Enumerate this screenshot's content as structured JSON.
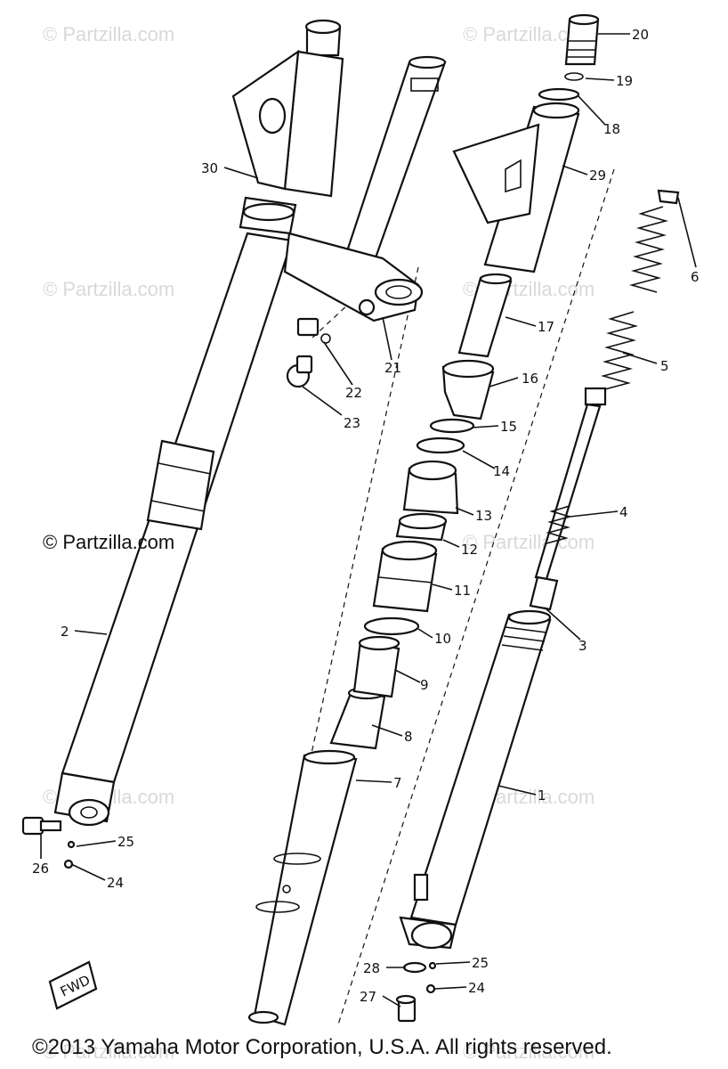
{
  "watermarks": [
    "© Partzilla.com",
    "© Partzilla.com",
    "© Partzilla.com",
    "© Partzilla.com",
    "© Partzilla.com",
    "© Partzilla.com",
    "© Partzilla.com",
    "© Partzilla.com",
    "© Partzilla.com"
  ],
  "main_watermark": "© Partzilla.com",
  "copyright": "©2013 Yamaha Motor Corporation, U.S.A. All rights reserved.",
  "fwd_label": "FWD",
  "callouts": [
    "20",
    "19",
    "18",
    "29",
    "6",
    "17",
    "16",
    "5",
    "15",
    "14",
    "4",
    "13",
    "12",
    "11",
    "3",
    "10",
    "9",
    "8",
    "1",
    "7",
    "30",
    "21",
    "22",
    "23",
    "2",
    "25",
    "24",
    "26",
    "28",
    "25",
    "27",
    "24"
  ]
}
